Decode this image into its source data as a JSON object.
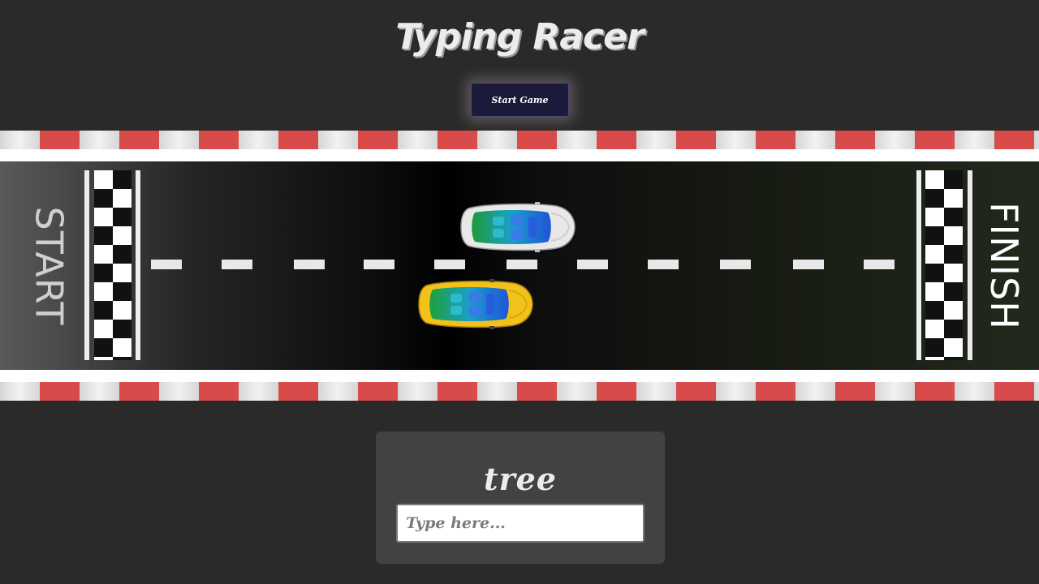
{
  "game": {
    "title": "Typing Racer",
    "start_button": "Start Game",
    "track": {
      "start_label": "START",
      "finish_label": "FINISH",
      "players": [
        {
          "name": "white-car",
          "lane": "top",
          "color": "#e4e4e4",
          "progress": 0.5
        },
        {
          "name": "yellow-car",
          "lane": "bottom",
          "color": "#f2c21a",
          "progress": 0.46
        }
      ],
      "colors": {
        "curb_red": "#d94a4a",
        "curb_white": "#f2f2f2",
        "background": "#2a2a2a",
        "button": "#1c1a3a"
      }
    },
    "current_word": "tree",
    "input": {
      "placeholder": "Type here...",
      "value": ""
    }
  }
}
